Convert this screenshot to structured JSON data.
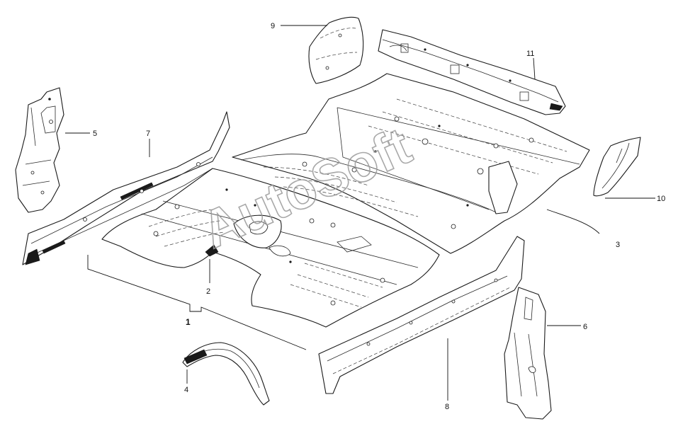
{
  "diagram": {
    "watermark": "AutoSoft",
    "parts": [
      {
        "id": "1",
        "label": "1"
      },
      {
        "id": "2",
        "label": "2"
      },
      {
        "id": "3",
        "label": "3"
      },
      {
        "id": "4",
        "label": "4"
      },
      {
        "id": "5",
        "label": "5"
      },
      {
        "id": "6",
        "label": "6"
      },
      {
        "id": "7",
        "label": "7"
      },
      {
        "id": "8",
        "label": "8"
      },
      {
        "id": "9",
        "label": "9"
      },
      {
        "id": "10",
        "label": "10"
      },
      {
        "id": "11",
        "label": "11"
      }
    ]
  }
}
